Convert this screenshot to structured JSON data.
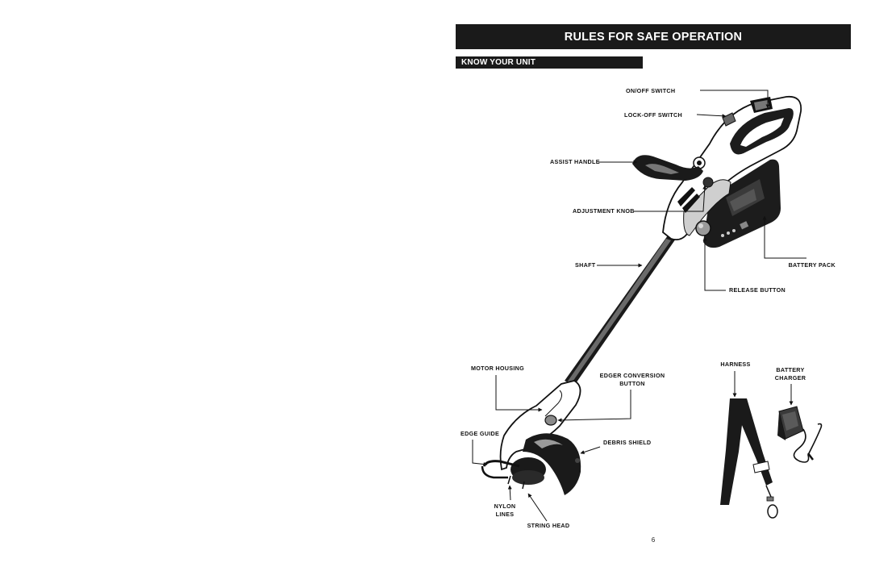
{
  "header": {
    "title": "RULES FOR SAFE OPERATION",
    "section": "KNOW YOUR UNIT"
  },
  "labels": {
    "on_off_switch": "ON/OFF SWITCH",
    "lock_off_switch": "LOCK-OFF SWITCH",
    "assist_handle": "ASSIST HANDLE",
    "adjustment_knob": "ADJUSTMENT KNOB",
    "shaft": "SHAFT",
    "battery_pack": "BATTERY PACK",
    "release_button": "RELEASE BUTTON",
    "motor_housing": "MOTOR HOUSING",
    "edger_conversion_line1": "EDGER CONVERSION",
    "edger_conversion_line2": "BUTTON",
    "harness": "HARNESS",
    "battery_charger_line1": "BATTERY",
    "battery_charger_line2": "CHARGER",
    "edge_guide": "EDGE GUIDE",
    "debris_shield": "DEBRIS SHIELD",
    "nylon_lines_line1": "NYLON",
    "nylon_lines_line2": "LINES",
    "string_head": "STRING HEAD"
  },
  "footer": {
    "page_number": "6"
  },
  "colors": {
    "banner": "#1a1a1a",
    "ink": "#111111"
  }
}
